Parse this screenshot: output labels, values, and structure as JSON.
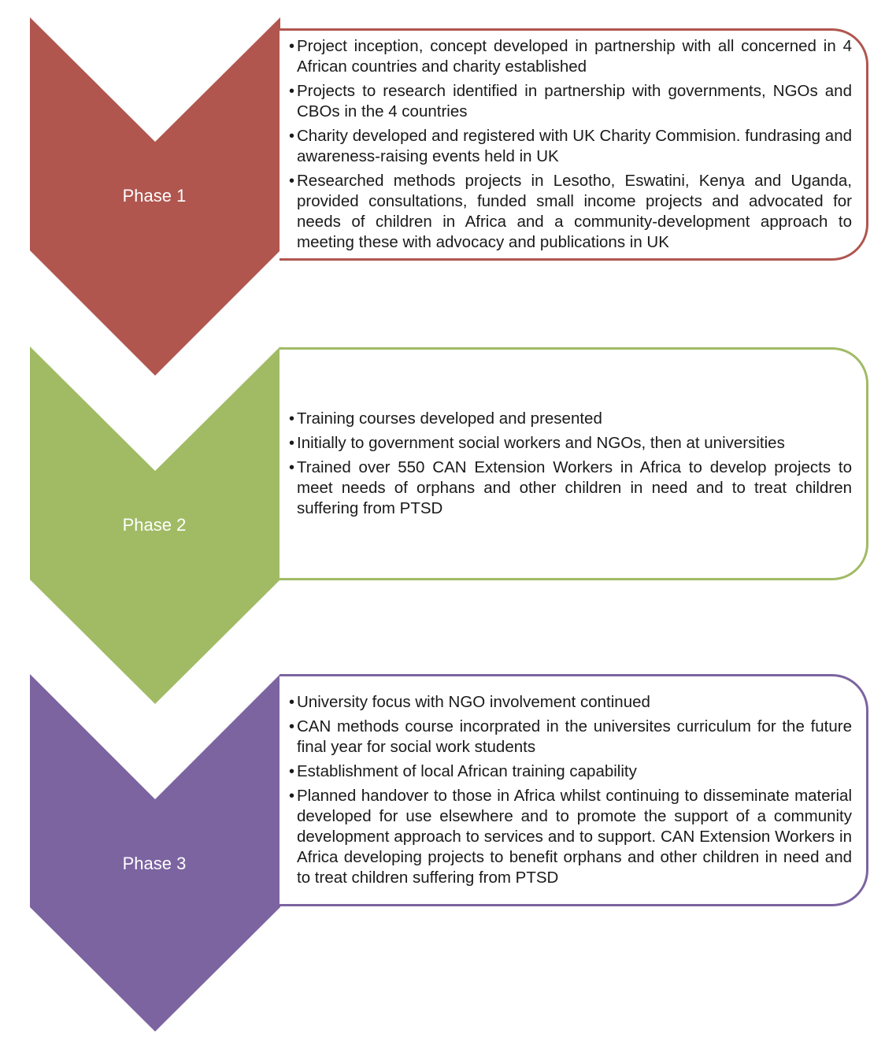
{
  "phases": [
    {
      "label": "Phase 1",
      "color": "#b0564f",
      "border_color": "#b0564f",
      "items": [
        "Project inception, concept developed in partnership with all concerned in 4 African countries and charity established",
        "Projects to research identified in partnership with governments, NGOs and CBOs in the 4 countries",
        "Charity developed and registered with UK Charity Commision. fundrasing and awareness-raising events held in UK",
        "Researched methods projects in Lesotho, Eswatini, Kenya and Uganda, provided consultations, funded small income projects and advocated for needs of children in Africa and a community-development approach to meeting these with advocacy and publications in UK"
      ]
    },
    {
      "label": "Phase 2",
      "color": "#a1bb65",
      "border_color": "#a1bb65",
      "items": [
        "Training courses developed and presented",
        "Initially to government social workers and NGOs, then at universities",
        "Trained over 550 CAN Extension Workers in Africa  to develop projects to meet needs of orphans and other children in need and to treat children suffering from PTSD"
      ]
    },
    {
      "label": "Phase 3",
      "color": "#7c64a0",
      "border_color": "#7c64a0",
      "items": [
        "University focus with NGO involvement continued",
        "CAN methods course incorprated in the universites curriculum for the future final year for social work students",
        "Establishment of local African training capability",
        "Planned handover to those in Africa whilst continuing to disseminate material developed for use elsewhere and to promote the support of a community development approach to services and to support.  CAN Extension Workers in Africa developing projects to benefit orphans and other children in need and to treat children suffering from PTSD"
      ]
    }
  ],
  "bullet_glyph": "•"
}
